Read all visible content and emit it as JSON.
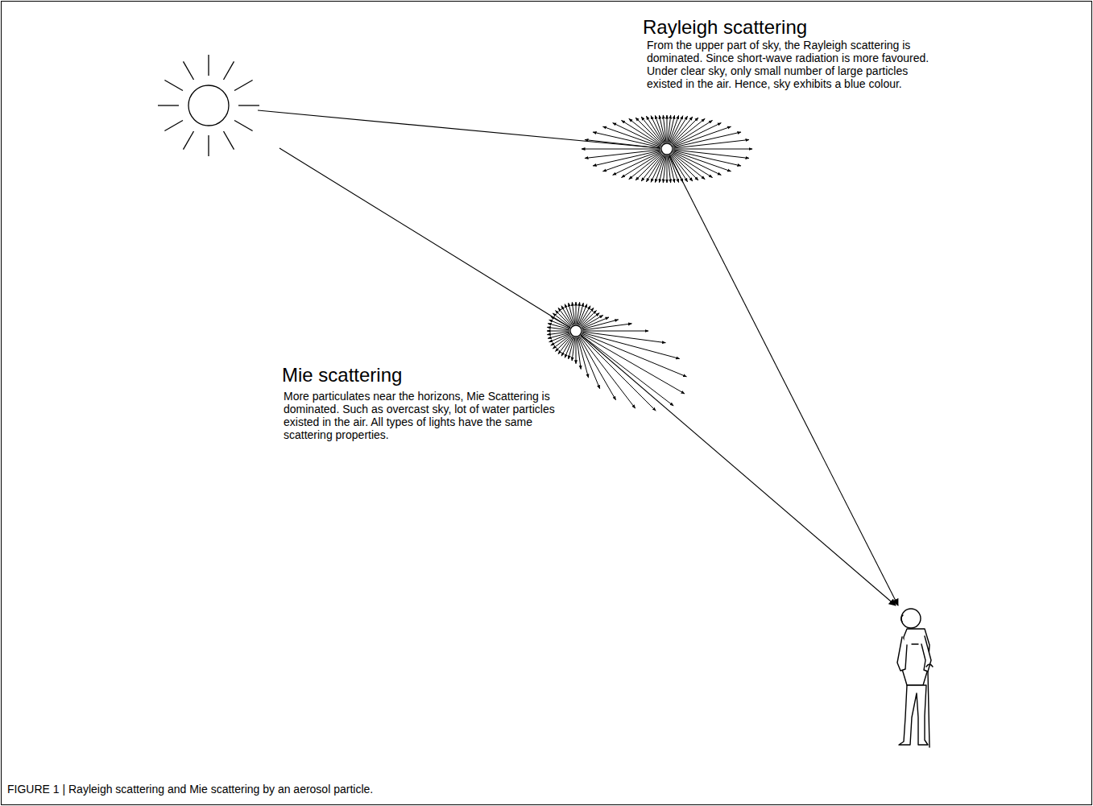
{
  "diagram": {
    "caption": "FIGURE 1 | Rayleigh scattering and Mie scattering by an aerosol particle.",
    "labels": [
      "Rayleigh scattering",
      "From the upper part of sky, the Rayleigh scattering is dominated. Since short-wave radiation is more favoured. Under clear sky, only small number of large particles existed in the air. Hence, sky exhibits a blue colour.",
      "Mie scattering",
      "More particulates near the horizons, Mie Scattering is dominated. Such as overcast sky, lot of water particles existed in the air. All types of lights have the same scattering properties."
    ]
  }
}
